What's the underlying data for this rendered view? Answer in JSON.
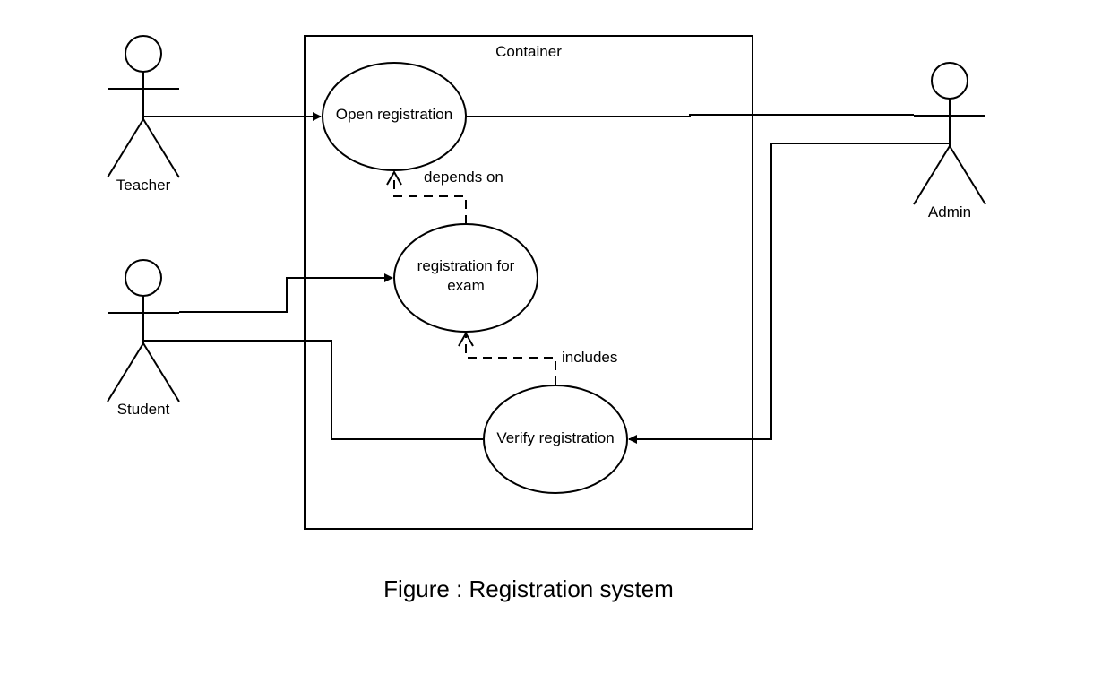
{
  "diagram": {
    "container_label": "Container",
    "actors": {
      "teacher": "Teacher",
      "student": "Student",
      "admin": "Admin"
    },
    "use_cases": {
      "open_registration": "Open registration",
      "registration_for_exam": [
        "registration for",
        "exam"
      ],
      "verify_registration": "Verify registration"
    },
    "relationships": {
      "depends_on": "depends on",
      "includes": "includes"
    },
    "caption": "Figure : Registration system"
  }
}
